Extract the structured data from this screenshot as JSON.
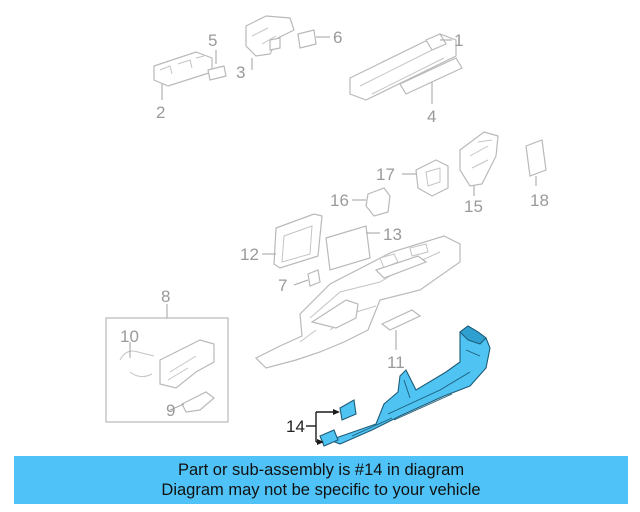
{
  "diagram": {
    "callouts": {
      "c1": "1",
      "c2": "2",
      "c3": "3",
      "c4": "4",
      "c5": "5",
      "c6": "6",
      "c7": "7",
      "c8": "8",
      "c9": "9",
      "c10": "10",
      "c11": "11",
      "c12": "12",
      "c13": "13",
      "c14": "14",
      "c15": "15",
      "c16": "16",
      "c17": "17",
      "c18": "18"
    },
    "highlight_part": "14",
    "colors": {
      "highlight": "#4fc3f2",
      "banner": "#4fc3f7",
      "linework": "#b9b9b9"
    }
  },
  "banner": {
    "line1": "Part or sub-assembly is #14 in diagram",
    "line2": "Diagram may not be specific to your vehicle"
  }
}
